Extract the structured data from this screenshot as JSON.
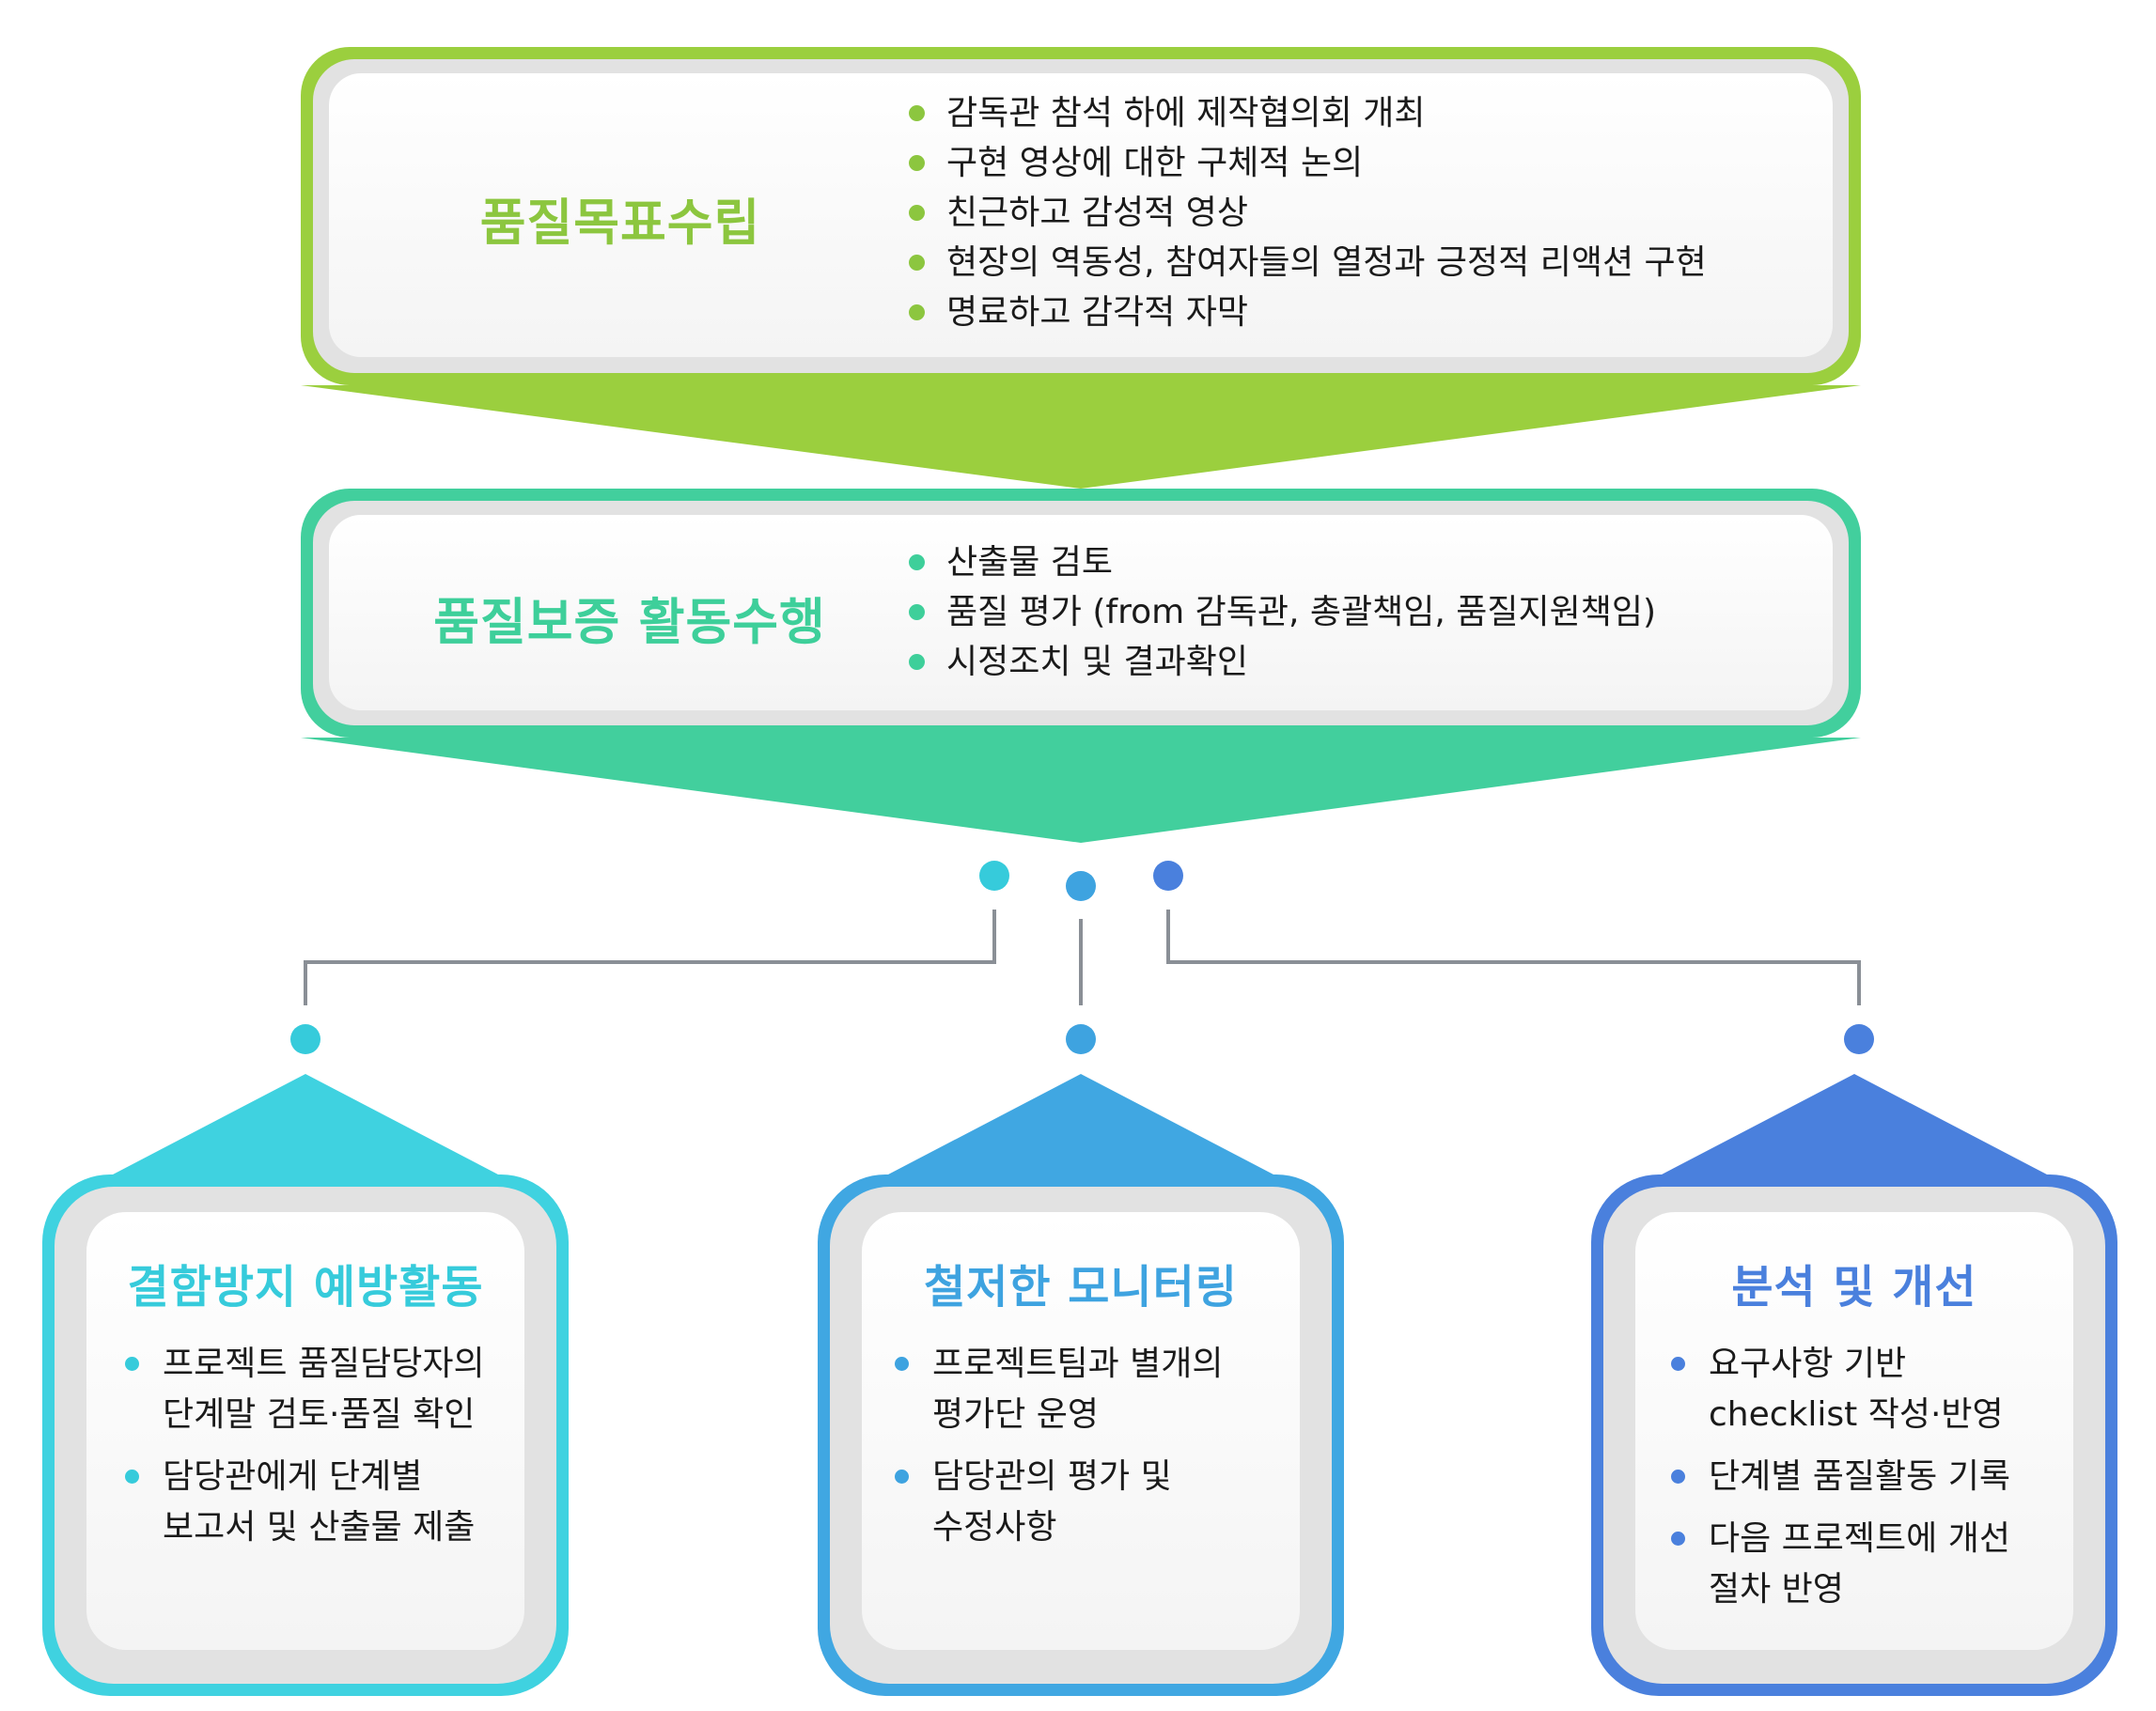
{
  "colors": {
    "goal": "#8cc63f",
    "assurance": "#3ecf9a",
    "prevention": "#36cbdb",
    "monitoring": "#3ea3e0",
    "improvement": "#4a80dd",
    "connector": "#8a8f96"
  },
  "goal": {
    "title": "품질목표수립",
    "items": [
      "감독관 참석 하에 제작협의회 개최",
      "구현 영상에 대한 구체적 논의",
      "친근하고 감성적 영상",
      "현장의 역동성, 참여자들의 열정과 긍정적 리액션 구현",
      "명료하고 감각적 자막"
    ]
  },
  "assurance": {
    "title": "품질보증 활동수행",
    "items": [
      "산출물 검토",
      "품질 평가 (from 감독관, 총괄책임, 품질지원책임)",
      "시정조치 및 결과확인"
    ]
  },
  "cards": [
    {
      "title": "결함방지 예방활동",
      "items": [
        [
          "프로젝트 품질담당자의",
          "단계말 검토·품질 확인"
        ],
        [
          "담당관에게 단계별",
          "보고서 및 산출물 제출"
        ]
      ]
    },
    {
      "title": "철저한 모니터링",
      "items": [
        [
          "프로젝트팀과 별개의",
          "평가단 운영"
        ],
        [
          "담당관의 평가 및",
          "수정사항"
        ]
      ]
    },
    {
      "title": "분석 및 개선",
      "items": [
        [
          "요구사항 기반",
          "checklist 작성·반영"
        ],
        [
          "단계별 품질활동 기록"
        ],
        [
          "다음 프로젝트에 개선",
          "절차 반영"
        ]
      ]
    }
  ]
}
